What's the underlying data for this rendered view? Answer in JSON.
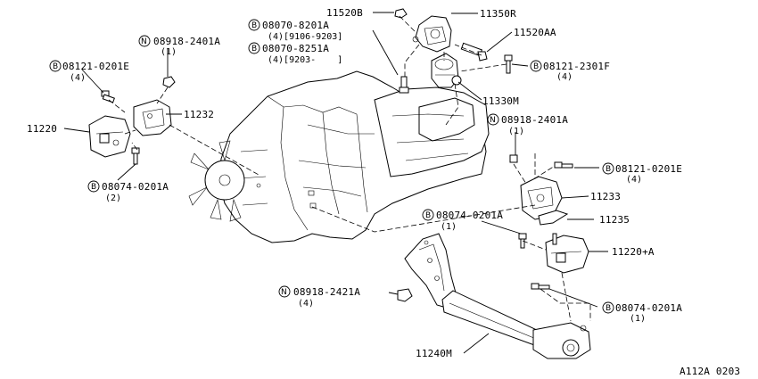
{
  "diagram_code": "A112A 0203",
  "callouts": {
    "c11520B": {
      "text": "11520B"
    },
    "c11350R": {
      "text": "11350R"
    },
    "c11520AA": {
      "text": "11520AA"
    },
    "c08121_2301F": {
      "prefix": "B",
      "text": "08121-2301F",
      "qty": "(4)"
    },
    "c11330M": {
      "text": "11330M"
    },
    "c08070_8201A": {
      "prefix": "B",
      "text": "08070-8201A",
      "qty": "(4)[9106-9203]"
    },
    "c08070_8251A": {
      "prefix": "B",
      "text": "08070-8251A",
      "qty": "(4)[9203-    ]"
    },
    "c08918_2401A_top": {
      "prefix": "N",
      "text": "08918-2401A",
      "qty": "(1)"
    },
    "c08121_0201E_left": {
      "prefix": "B",
      "text": "08121-0201E",
      "qty": "(4)"
    },
    "c11232": {
      "text": "11232"
    },
    "c11220": {
      "text": "11220"
    },
    "c08074_0201A_left": {
      "prefix": "B",
      "text": "08074-0201A",
      "qty": "(2)"
    },
    "c08918_2401A_right": {
      "prefix": "N",
      "text": "08918-2401A",
      "qty": "(1)"
    },
    "c08121_0201E_right": {
      "prefix": "B",
      "text": "08121-0201E",
      "qty": "(4)"
    },
    "c11233": {
      "text": "11233"
    },
    "c08074_0201A_mid": {
      "prefix": "B",
      "text": "08074-0201A",
      "qty": "(1)"
    },
    "c11235": {
      "text": "11235"
    },
    "c11220A": {
      "text": "11220+A"
    },
    "c08918_2421A": {
      "prefix": "N",
      "text": "08918-2421A",
      "qty": "(4)"
    },
    "c08074_0201A_low": {
      "prefix": "B",
      "text": "08074-0201A",
      "qty": "(1)"
    },
    "c11240M": {
      "text": "11240M"
    }
  }
}
